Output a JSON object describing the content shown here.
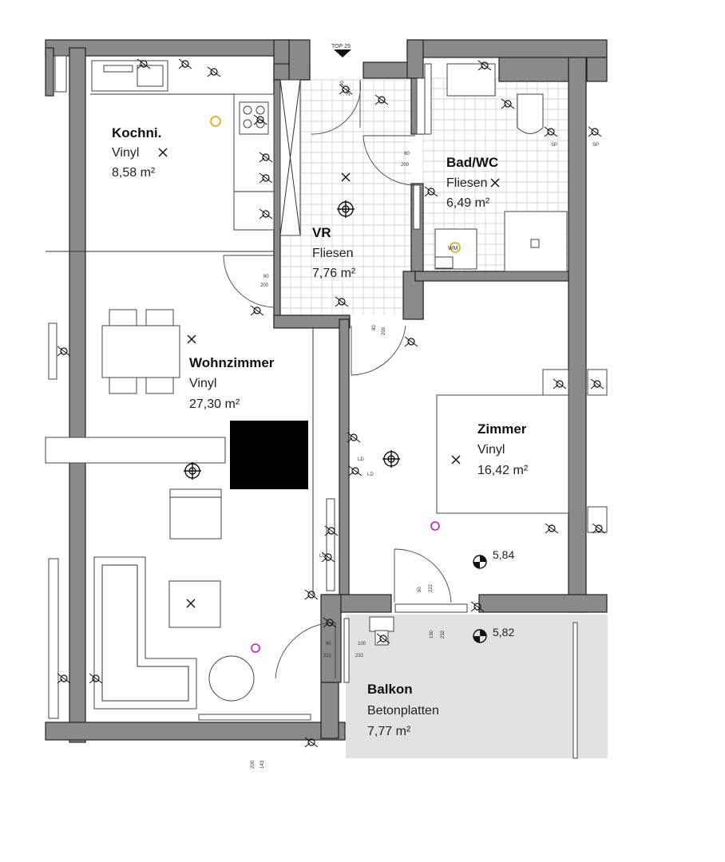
{
  "rooms": {
    "kochni": {
      "name": "Kochni.",
      "floor": "Vinyl",
      "area": "8,58 m²"
    },
    "bad": {
      "name": "Bad/WC",
      "floor": "Fliesen",
      "area": "6,49 m²"
    },
    "vr": {
      "name": "VR",
      "floor": "Fliesen",
      "area": "7,76 m²"
    },
    "wohnzimmer": {
      "name": "Wohnzimmer",
      "floor": "Vinyl",
      "area": "27,30 m²"
    },
    "zimmer": {
      "name": "Zimmer",
      "floor": "Vinyl",
      "area": "16,42 m²"
    },
    "balkon": {
      "name": "Balkon",
      "floor": "Betonplatten",
      "area": "7,77 m²"
    }
  },
  "elevations": {
    "e1": "5,84",
    "e2": "5,82"
  },
  "labels": {
    "top": "TOP 29",
    "wm": "WM",
    "ld": "LD",
    "sp": "SP"
  },
  "dimensions": {
    "d1a": "90",
    "d1b": "200",
    "d2a": "80",
    "d2b": "200",
    "d3a": "80",
    "d3b": "200",
    "d4a": "80",
    "d4b": "200",
    "d5a": "90",
    "d5b": "222",
    "d6a": "100",
    "d6b": "232",
    "d7a": "90",
    "d7b": "222",
    "d8a": "130",
    "d8b": "232",
    "d9a": "200",
    "d9b": "143"
  },
  "colors": {
    "wall": "#8a8a8a",
    "balcony": "#e2e2e2",
    "outlet": "#c020c0",
    "lamp": "#e0a800"
  }
}
